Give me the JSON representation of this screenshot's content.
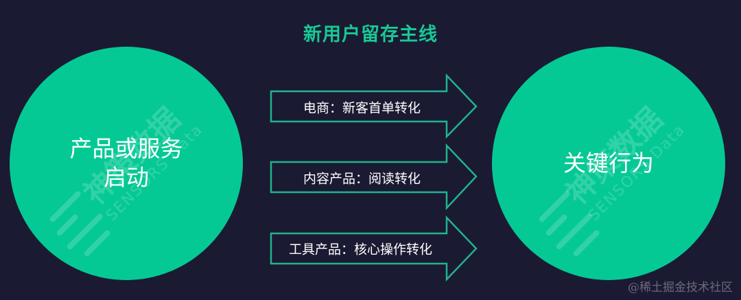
{
  "title": "新用户留存主线",
  "colors": {
    "background": "#1b1a33",
    "accent": "#17c994",
    "circle": "#05c994",
    "arrow_stroke": "#1fb58c",
    "text": "#ffffff"
  },
  "left_circle": {
    "label_line1": "产品或服务",
    "label_line2": "启动"
  },
  "right_circle": {
    "label": "关键行为"
  },
  "arrows": [
    {
      "label": "电商：新客首单转化"
    },
    {
      "label": "内容产品：阅读转化"
    },
    {
      "label": "工具产品：核心操作转化"
    }
  ],
  "watermark": {
    "cn": "神策数据",
    "en": "SENSORS Data"
  },
  "footer": "@稀土掘金技术社区"
}
